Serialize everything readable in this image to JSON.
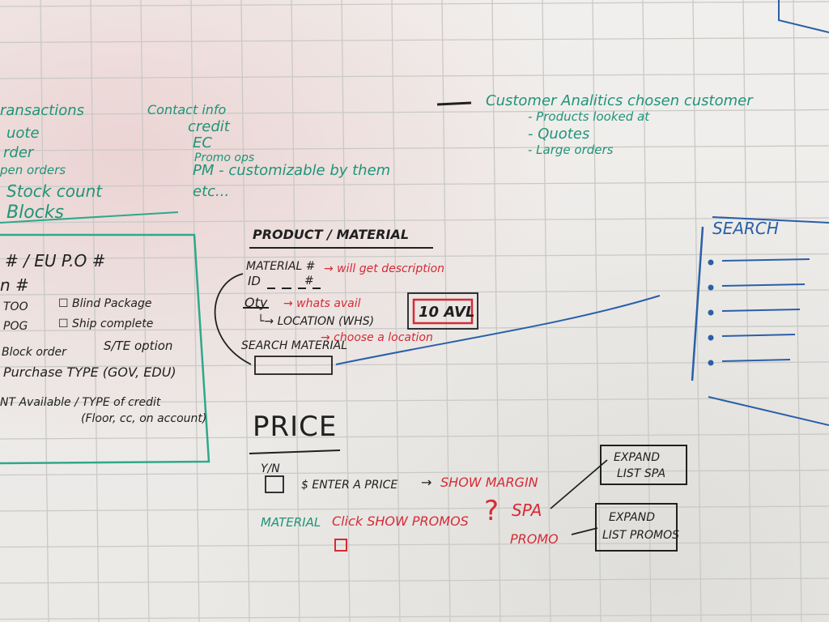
{
  "whiteboard": {
    "left_column": {
      "lines": [
        "ransactions",
        "uote",
        "rder",
        "pen orders",
        "Stock count"
      ],
      "blocks_label": "Blocks"
    },
    "contact_column": {
      "lines": [
        "Contact info",
        "credit",
        "EC",
        "Promo ops",
        "PM - customizable by them",
        "etc..."
      ]
    },
    "top_right": {
      "dash": "—",
      "heading": "Customer Analitics chosen customer",
      "bullets": [
        "- Products looked at",
        "- Quotes",
        "- Large orders"
      ]
    },
    "left_box": {
      "lines": [
        "# / EU P.O #",
        "n #",
        "TOO",
        "POG",
        "Block order",
        "Purchase TYPE (GOV, EDU)",
        "NT Available / TYPE of credit",
        "(Floor, cc, on account)"
      ],
      "checkboxes": [
        "Blind Package",
        "Ship complete"
      ],
      "site_option": "S/TE option"
    },
    "product": {
      "title": "PRODUCT / MATERIAL",
      "material_label": "MATERIAL #",
      "material_note": "→ will get description",
      "id_label": "ID",
      "id_hash": "#",
      "qty_label": "Qty",
      "qty_note": "→ whats avail",
      "location": "└→ LOCATION (WHS)",
      "choose_location": "→ choose a location",
      "avail_box": "10 AVL",
      "search_label": "SEARCH MATERIAL"
    },
    "search_panel": {
      "title": "SEARCH",
      "items": 5
    },
    "price": {
      "title": "PRICE",
      "yn": "Y/N",
      "enter_price": "$ ENTER A PRICE",
      "arrow": "→",
      "show_margin": "SHOW MARGIN",
      "material": "MATERIAL",
      "click_show_promos": "Click SHOW PROMOS",
      "question": "?",
      "spa": "SPA",
      "promo": "PROMO",
      "expand_spa": [
        "EXPAND",
        "LIST SPA"
      ],
      "expand_promos": [
        "EXPAND",
        "LIST PROMOS"
      ]
    }
  },
  "colors": {
    "teal": "#1f9478",
    "black": "#202020",
    "red": "#d62a35",
    "blue": "#2a5fa8",
    "grid": "#c9c9c6"
  }
}
